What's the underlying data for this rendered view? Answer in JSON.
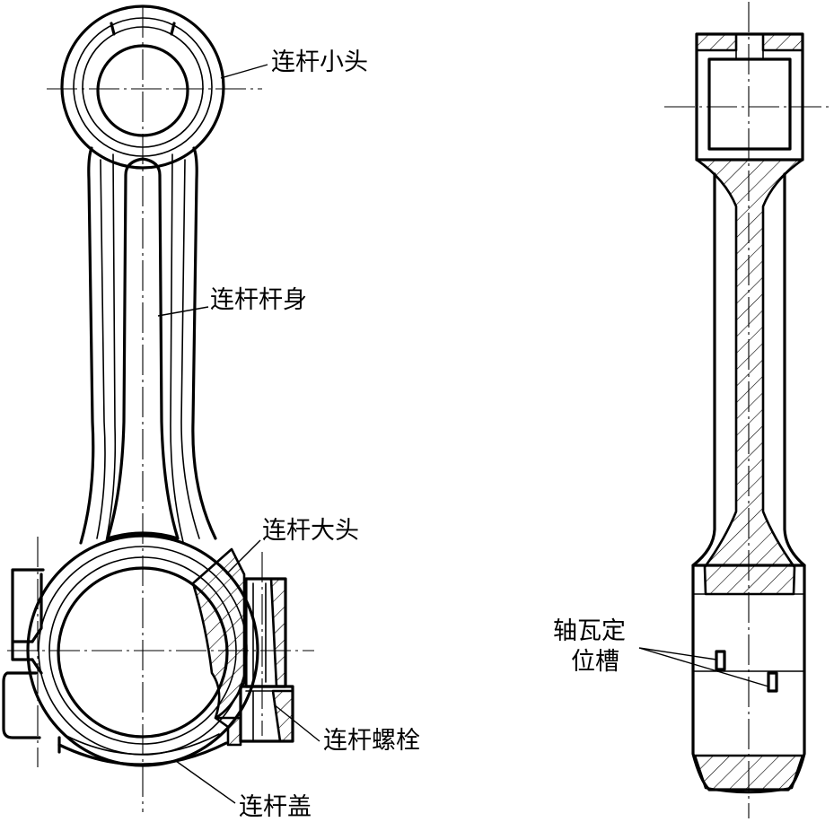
{
  "labels": {
    "small_end": "连杆小头",
    "rod_shank": "连杆杆身",
    "big_end": "连杆大头",
    "rod_bolt": "连杆螺栓",
    "rod_cap": "连杆盖",
    "bearing_groove_line1": "轴瓦定",
    "bearing_groove_line2": "位槽"
  },
  "colors": {
    "ink": "#000000",
    "paper": "#ffffff"
  }
}
